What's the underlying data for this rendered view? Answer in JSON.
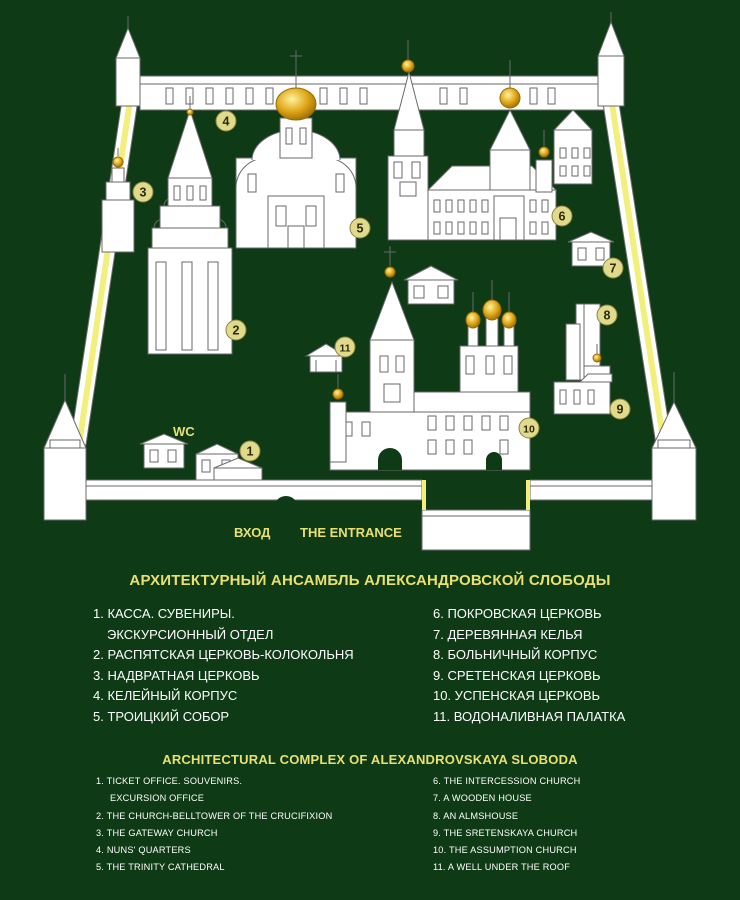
{
  "map": {
    "wc_label": "WC",
    "entrance_ru": "ВХОД",
    "entrance_en": "THE ENTRANCE",
    "markers": [
      "1",
      "2",
      "3",
      "4",
      "5",
      "6",
      "7",
      "8",
      "9",
      "10",
      "11"
    ]
  },
  "legend_ru": {
    "title": "АРХИТЕКТУРНЫЙ АНСАМБЛЬ АЛЕКСАНДРОВСКОЙ СЛОБОДЫ",
    "left": [
      "1. КАССА. СУВЕНИРЫ.",
      "ЭКСКУРСИОННЫЙ ОТДЕЛ",
      "2. РАСПЯТСКАЯ ЦЕРКОВЬ-КОЛОКОЛЬНЯ",
      "3. НАДВРАТНАЯ ЦЕРКОВЬ",
      "4. КЕЛЕЙНЫЙ КОРПУС",
      "5. ТРОИЦКИЙ СОБОР"
    ],
    "right": [
      "6. ПОКРОВСКАЯ ЦЕРКОВЬ",
      "7. ДЕРЕВЯННАЯ КЕЛЬЯ",
      "8. БОЛЬНИЧНЫЙ КОРПУС",
      "9. СРЕТЕНСКАЯ ЦЕРКОВЬ",
      "10. УСПЕНСКАЯ ЦЕРКОВЬ",
      "11. ВОДОНАЛИВНАЯ ПАЛАТКА"
    ]
  },
  "legend_en": {
    "title": "ARCHITECTURAL COMPLEX OF ALEXANDROVSKAYA SLOBODA",
    "left": [
      "1. TICKET OFFICE. SOUVENIRS.",
      "EXCURSION OFFICE",
      "2. THE CHURCH-BELLTOWER OF THE CRUCIFIXION",
      "3. THE GATEWAY CHURCH",
      "4. NUNS' QUARTERS",
      "5. THE TRINITY CATHEDRAL"
    ],
    "right": [
      "6. THE INTERCESSION CHURCH",
      "7. A WOODEN HOUSE",
      "8. AN ALMSHOUSE",
      "9. THE SRETENSKAYA CHURCH",
      "10. THE ASSUMPTION CHURCH",
      "11. A WELL UNDER THE ROOF"
    ]
  },
  "colors": {
    "background": "#0e3a16",
    "building": "#ffffff",
    "outline": "#6a6a6a",
    "gold": "#e0a818",
    "wall_highlight": "#f2ef7a",
    "marker": "#e0da8a",
    "title": "#e8e070"
  }
}
